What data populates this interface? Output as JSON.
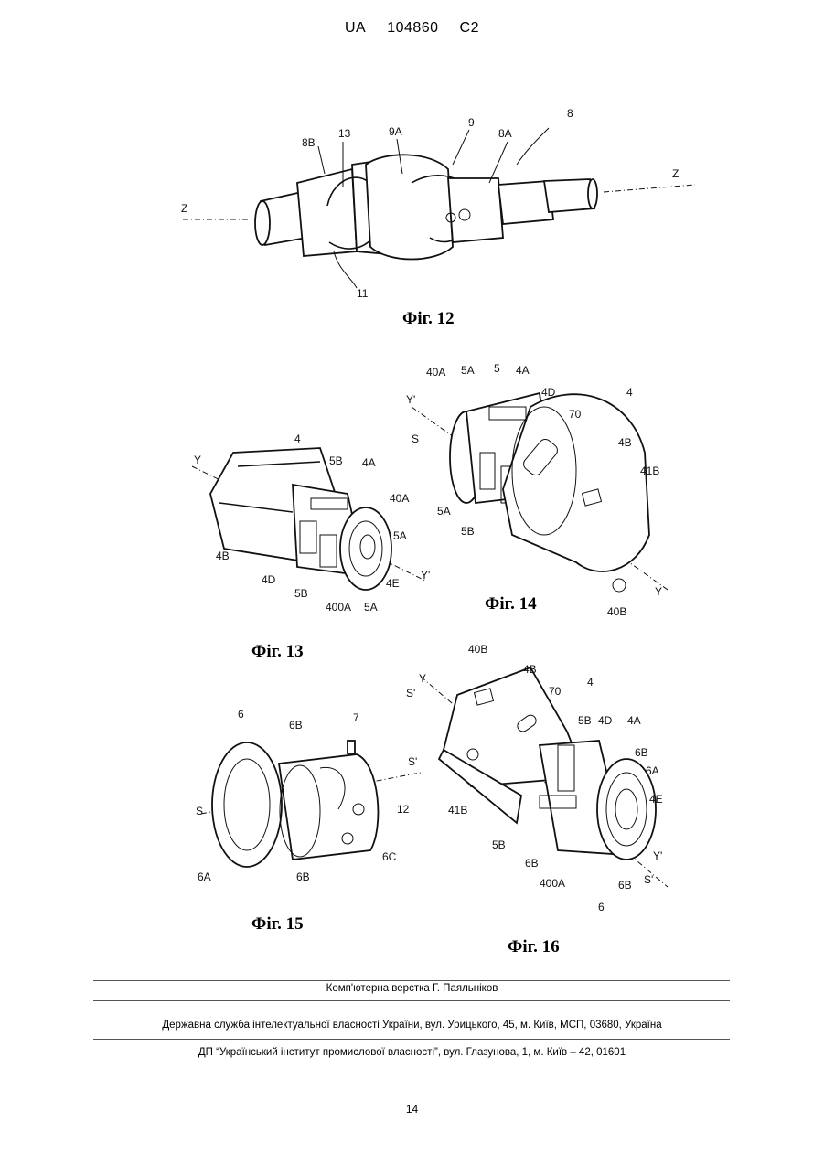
{
  "header": {
    "country": "UA",
    "number": "104860",
    "kind": "C2"
  },
  "figures": [
    {
      "caption": "Фіг. 12",
      "labels": [
        "8B",
        "13",
        "9A",
        "9",
        "8A",
        "8",
        "Z",
        "Z'",
        "11"
      ]
    },
    {
      "caption": "Фіг. 13",
      "labels": [
        "Y",
        "4",
        "5B",
        "4A",
        "40A",
        "5A",
        "4B",
        "4D",
        "5B",
        "400A",
        "5A",
        "4E",
        "Y'"
      ]
    },
    {
      "caption": "Фіг. 14",
      "labels": [
        "40A",
        "5A",
        "5",
        "4A",
        "4D",
        "Y'",
        "70",
        "4",
        "S",
        "4B",
        "41B",
        "5A",
        "5B",
        "40B",
        "Y"
      ]
    },
    {
      "caption": "Фіг. 15",
      "labels": [
        "6",
        "6B",
        "7",
        "S'",
        "S",
        "12",
        "6A",
        "6B",
        "6C"
      ]
    },
    {
      "caption": "Фіг. 16",
      "labels": [
        "40B",
        "Y",
        "S'",
        "4B",
        "70",
        "4",
        "5B",
        "4D",
        "4A",
        "6B",
        "6A",
        "4E",
        "41B",
        "5B",
        "6B",
        "400A",
        "6B",
        "Y'",
        "S'",
        "6"
      ]
    }
  ],
  "footer": {
    "layout": "Комп'ютерна верстка Г. Паяльніков",
    "office": "Державна служба інтелектуальної власності України, вул. Урицького, 45, м. Київ, МСП, 03680, Україна",
    "institute": "ДП “Український інститут промислової власності”, вул. Глазунова, 1, м. Київ – 42, 01601",
    "page_number": "14"
  }
}
